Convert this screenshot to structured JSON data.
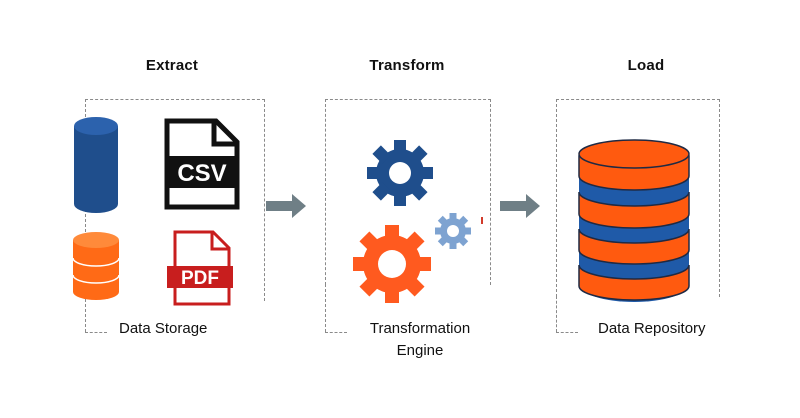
{
  "stages": [
    {
      "title": "Extract",
      "caption": "Data Storage"
    },
    {
      "title": "Transform",
      "caption_line1": "Transformation",
      "caption_line2": "Engine"
    },
    {
      "title": "Load",
      "caption": "Data Repository"
    }
  ],
  "file_icons": {
    "csv": "CSV",
    "pdf": "PDF"
  },
  "colors": {
    "navy": "#1f4e8c",
    "orange": "#ff5a1f",
    "light_orange": "#ff7a2a",
    "pdf_red": "#c81e1e",
    "light_blue_gear": "#7ea3d1",
    "arrow_gray": "#6f7f86",
    "dashed_gray": "#8a8a8a"
  }
}
